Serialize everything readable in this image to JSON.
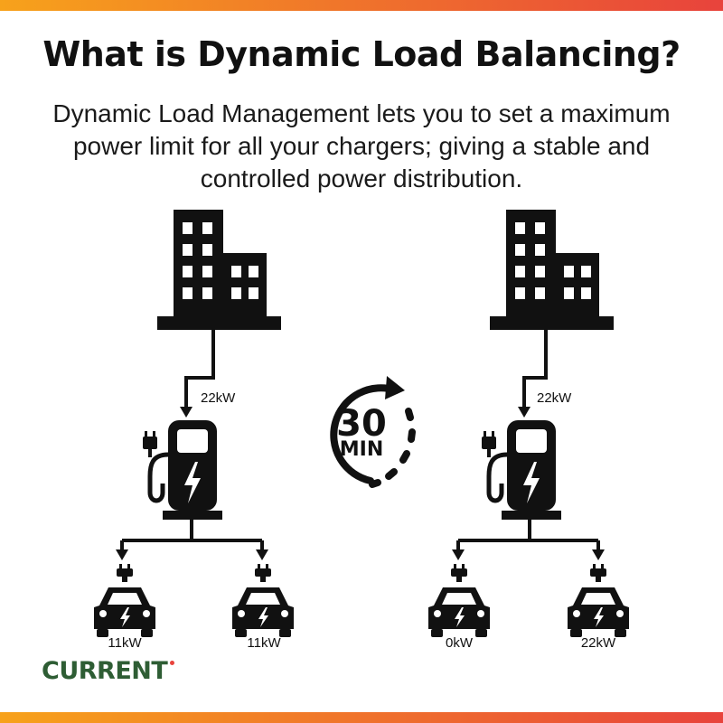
{
  "title": "What is Dynamic Load Balancing?",
  "subtitle": "Dynamic Load Management lets you to set a maximum power limit for all your chargers; giving a stable and controlled power distribution.",
  "left": {
    "supply_label": "22kW",
    "car1_label": "11kW",
    "car2_label": "11kW"
  },
  "right": {
    "supply_label": "22kW",
    "car1_label": "0kW",
    "car2_label": "22kW"
  },
  "timer": {
    "number": "30",
    "unit": "MIN"
  },
  "brand": {
    "logo_text": "CURRENT",
    "logo_color": "#2e5d34",
    "dot_color": "#e8433c"
  },
  "colors": {
    "gradient_start": "#f7a21b",
    "gradient_end": "#e8433c",
    "icon": "#111111"
  },
  "icons": [
    "building-icon",
    "charging-station-icon",
    "plug-icon",
    "car-icon",
    "timer-icon"
  ]
}
